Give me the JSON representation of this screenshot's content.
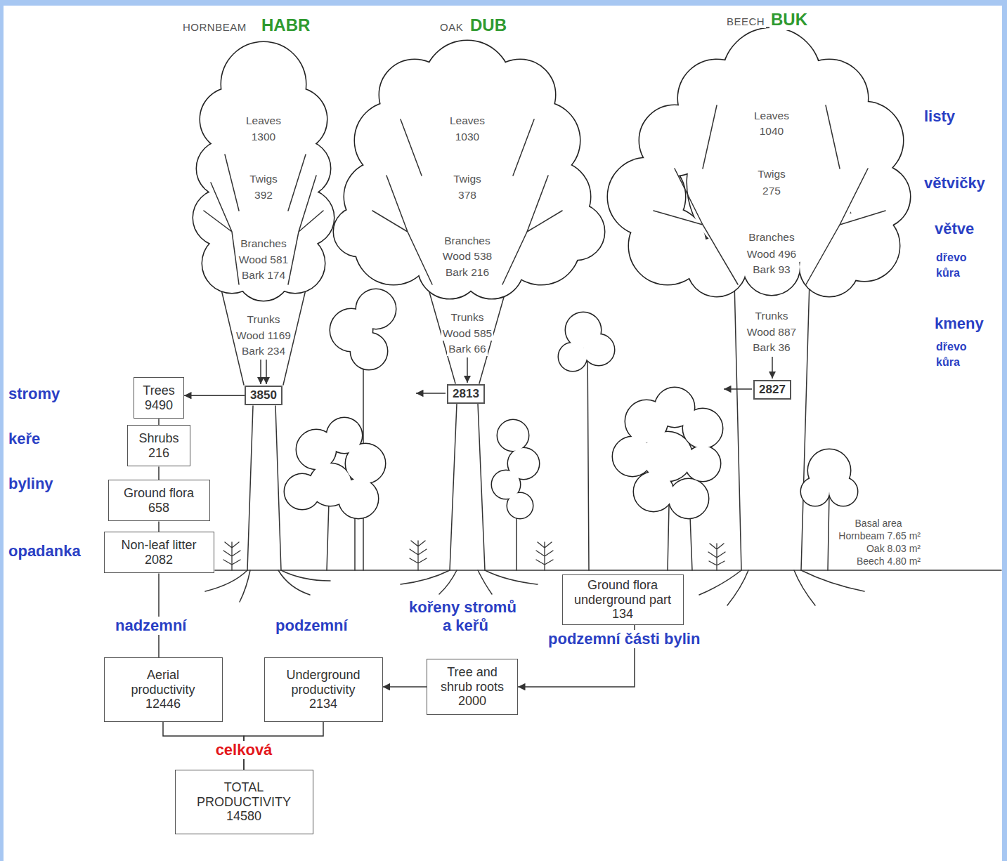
{
  "diagram": {
    "nodes": [
      {
        "text": [
          "3850"
        ]
      },
      {
        "text": [
          "2813"
        ]
      },
      {
        "text": [
          "2827"
        ]
      },
      {
        "text": [
          "Trees",
          "9490"
        ]
      },
      {
        "text": [
          "Shrubs",
          "216"
        ]
      },
      {
        "text": [
          "Ground flora",
          "658"
        ]
      },
      {
        "text": [
          "Non-leaf litter",
          "2082"
        ]
      },
      {
        "text": [
          "Ground flora underground part",
          "134"
        ]
      },
      {
        "text": [
          "Tree and shrub roots",
          "2000"
        ]
      },
      {
        "text": [
          "Aerial productivity",
          "12446"
        ]
      },
      {
        "text": [
          "Underground productivity",
          "2134"
        ]
      },
      {
        "text": [
          "TOTAL PRODUCTIVITY",
          "14580"
        ]
      }
    ],
    "edges": [
      {
        "from": 0,
        "to": 3,
        "arrow": "to"
      },
      {
        "from": 3,
        "to": 4,
        "arrow": "none"
      },
      {
        "from": 4,
        "to": 5,
        "arrow": "none"
      },
      {
        "from": 5,
        "to": 6,
        "arrow": "none"
      },
      {
        "from": 6,
        "to": 9,
        "arrow": "none"
      },
      {
        "from": 7,
        "to": 8,
        "arrow": "to"
      },
      {
        "from": 8,
        "to": 10,
        "arrow": "to"
      },
      {
        "from": 9,
        "to": 11,
        "arrow": "none"
      },
      {
        "from": 10,
        "to": 11,
        "arrow": "none"
      }
    ],
    "labels": [
      "HORNBEAM",
      "HABR",
      "OAK",
      "DUB",
      "BEECH",
      "BUK",
      "Leaves",
      "1300",
      "Twigs",
      "392",
      "Branches",
      "Wood 581",
      "Bark 174",
      "Trunks",
      "Wood 1169",
      "Bark 234",
      "Leaves",
      "1030",
      "Twigs",
      "378",
      "Branches",
      "Wood 538",
      "Bark 216",
      "Trunks",
      "Wood 585",
      "Bark 66",
      "Leaves",
      "1040",
      "Twigs",
      "275",
      "Branches",
      "Wood 496",
      "Bark 93",
      "Trunks",
      "Wood 887",
      "Bark 36",
      "listy",
      "větvičky",
      "větve",
      "dřevo",
      "kůra",
      "kmeny",
      "dřevo",
      "kůra",
      "stromy",
      "keře",
      "byliny",
      "opadanka",
      "kořeny stromů",
      "a keřů",
      "nadzemní",
      "podzemní",
      "podzemní části bylin",
      "celková",
      "Basal area",
      "Hornbeam 7.65 m²",
      "Oak 8.03 m²",
      "Beech 4.80 m²"
    ]
  }
}
